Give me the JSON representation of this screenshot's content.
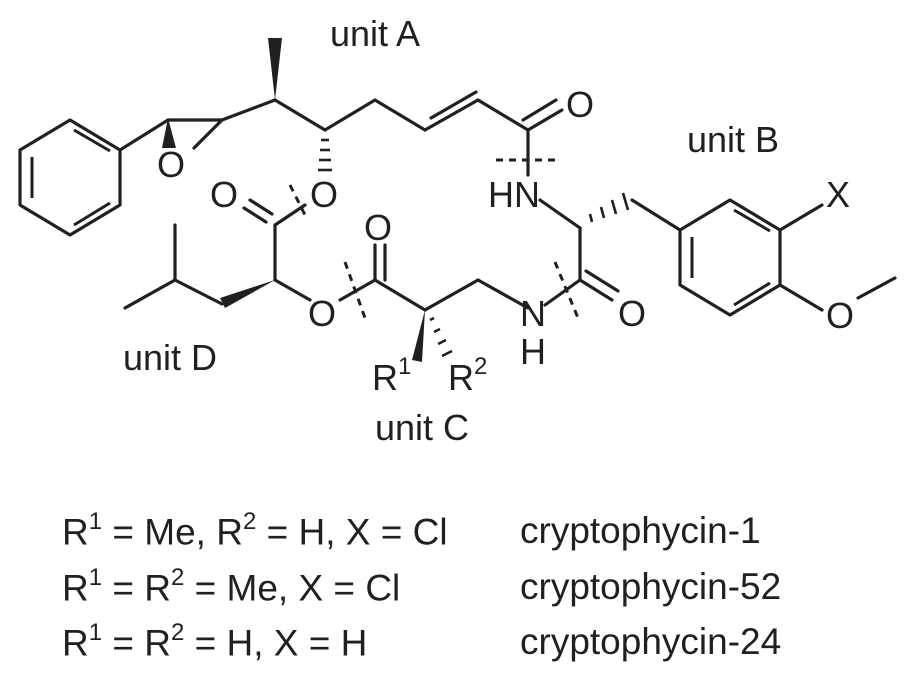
{
  "units": {
    "a": "unit A",
    "b": "unit B",
    "c": "unit C",
    "d": "unit D"
  },
  "atoms": {
    "epoxide_o": "O",
    "ester_o_a": "O",
    "amide_o_a": "O",
    "nh_a": "HN",
    "x": "X",
    "ome_o": "O",
    "ester_carbonyl_o_d": "O",
    "ester_o_d": "O",
    "carbonyl_o_c": "O",
    "amide_o_b": "O",
    "nh_c_n": "N",
    "nh_c_h": "H",
    "r1": "R",
    "r1_sup": "1",
    "r2": "R",
    "r2_sup": "2"
  },
  "legend": [
    {
      "r1": "R",
      "r1_sup": "1",
      "text_a": " = Me, R",
      "r2_sup": "2",
      "text_b": " = H, X = Cl",
      "name": "cryptophycin-1"
    },
    {
      "r1": "R",
      "r1_sup": "1",
      "text_a": " = R",
      "r2_sup": "2",
      "text_b": " = Me, X = Cl",
      "name": "cryptophycin-52"
    },
    {
      "r1": "R",
      "r1_sup": "1",
      "text_a": " = R",
      "r2_sup": "2",
      "text_b": " = H, X =  H",
      "name": "cryptophycin-24"
    }
  ]
}
